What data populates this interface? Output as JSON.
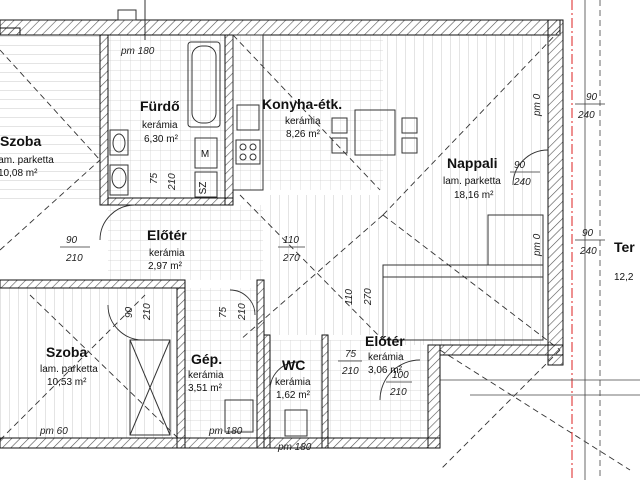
{
  "rooms": [
    {
      "name": "Szoba",
      "material": "lam. parketta",
      "area": "10,08 m²"
    },
    {
      "name": "Fürdő",
      "material": "kerámia",
      "area": "6,30 m²"
    },
    {
      "name": "Konyha-étk.",
      "material": "kerámia",
      "area": "8,26 m²"
    },
    {
      "name": "Nappali",
      "material": "lam. parketta",
      "area": "18,16 m²"
    },
    {
      "name": "Előtér",
      "material": "kerámia",
      "area": "2,97 m²"
    },
    {
      "name": "Szoba",
      "material": "lam. parketta",
      "area": "10,53 m²"
    },
    {
      "name": "Gép.",
      "material": "kerámia",
      "area": "3,51 m²"
    },
    {
      "name": "WC",
      "material": "kerámia",
      "area": "1,62 m²"
    },
    {
      "name": "Előtér",
      "material": "kerámia",
      "area": "3,06 m²"
    },
    {
      "name": "Ter",
      "material": "",
      "area": "12,2"
    }
  ],
  "pm_labels": [
    "pm 180",
    "pm 0",
    "pm 0",
    "pm 60",
    "pm 180",
    "pm 180"
  ],
  "door_dims": [
    {
      "w": "90",
      "h": "240"
    },
    {
      "w": "90",
      "h": "240"
    },
    {
      "w": "90",
      "h": "240"
    },
    {
      "w": "90",
      "h": "210"
    },
    {
      "w": "75",
      "h": "210"
    },
    {
      "w": "110",
      "h": "270"
    },
    {
      "w": "90",
      "h": "210"
    },
    {
      "w": "75",
      "h": "210"
    },
    {
      "w": "110",
      "h": "270"
    },
    {
      "w": "75",
      "h": "210"
    },
    {
      "w": "100",
      "h": "210"
    }
  ],
  "appliance_labels": [
    "M",
    "SZ"
  ]
}
